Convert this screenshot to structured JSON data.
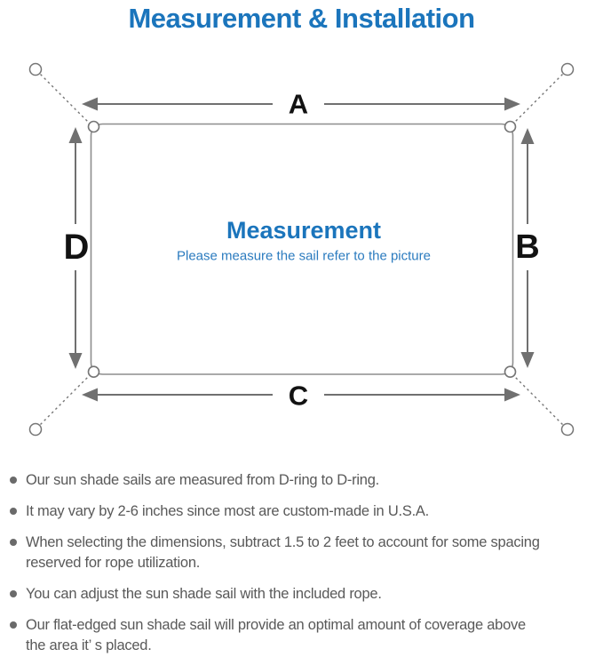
{
  "title": "Measurement & Installation",
  "diagram": {
    "center_title": "Measurement",
    "center_subtitle": "Please measure the sail refer to the picture",
    "labels": {
      "top": "A",
      "right": "B",
      "bottom": "C",
      "left": "D"
    },
    "colors": {
      "title_blue": "#1B75BC",
      "subtitle_blue": "#2B7BBF",
      "line_gray": "#757575",
      "arrow_gray": "#707070",
      "sail_border_gray": "#8E8E8E",
      "dimension_label_black": "#121212",
      "bullet_text_gray": "#595959"
    }
  },
  "bullets": [
    "Our sun shade sails are measured from D-ring to D-ring.",
    "It may vary by 2-6 inches since most are custom-made in U.S.A.",
    "When selecting the dimensions, subtract 1.5 to 2 feet to account for some spacing\nreserved for rope utilization.",
    "You can adjust the sun shade sail with the included rope.",
    "Our flat-edged sun shade sail will provide an optimal amount of coverage above\nthe area it’ s placed."
  ]
}
